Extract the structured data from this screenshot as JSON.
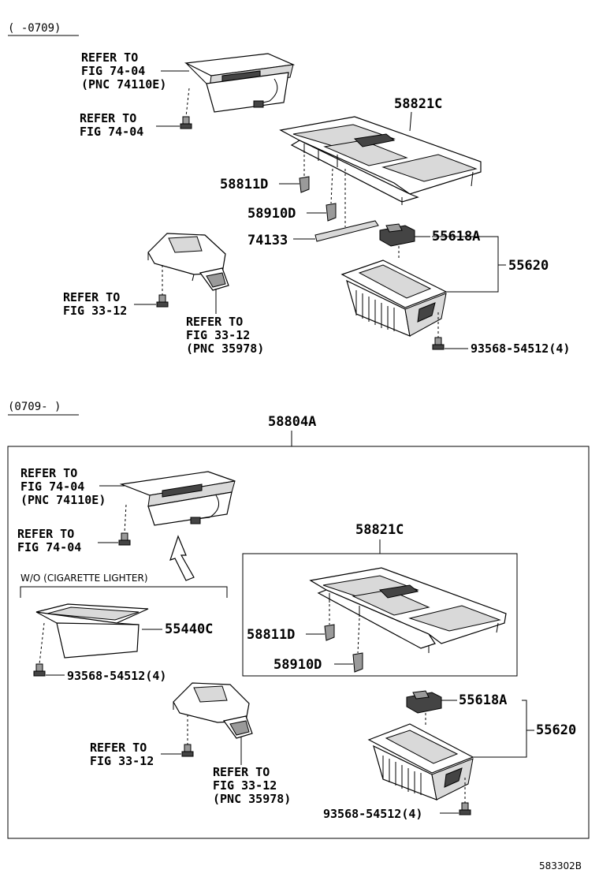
{
  "period_top": "(     -0709)",
  "period_bottom": "(0709-     )",
  "labels": {
    "refer_fig74_line1": "REFER TO",
    "refer_fig74_line2": "FIG 74-04",
    "refer_fig74_pnc": "(PNC 74110E)",
    "refer_fig74b_line1": "REFER TO",
    "refer_fig74b_line2": "FIG 74-04",
    "refer_fig33_line1": "REFER TO",
    "refer_fig33_line2": "FIG 33-12",
    "refer_fig33b_line1": "REFER TO",
    "refer_fig33b_line2": "FIG 33-12",
    "refer_fig33b_pnc": "(PNC 35978)",
    "p58821c": "58821C",
    "p58811d": "58811D",
    "p58910d": "58910D",
    "p74133": "74133",
    "p55618a": "55618A",
    "p55620": "55620",
    "p93568": "93568-54512(4)",
    "p58804a": "58804A",
    "b_refer_fig74_line1": "REFER TO",
    "b_refer_fig74_line2": "FIG 74-04",
    "b_refer_fig74_pnc": "(PNC 74110E)",
    "b_refer_fig74b_line1": "REFER TO",
    "b_refer_fig74b_line2": "FIG 74-04",
    "wo_cig": "W/O (CIGARETTE LIGHTER)",
    "p55440c": "55440C",
    "b_p93568a": "93568-54512(4)",
    "b_p58821c": "58821C",
    "b_p58811d": "58811D",
    "b_p58910d": "58910D",
    "b_refer_fig33_line1": "REFER TO",
    "b_refer_fig33_line2": "FIG 33-12",
    "b_refer_fig33b_line1": "REFER TO",
    "b_refer_fig33b_line2": "FIG 33-12",
    "b_refer_fig33b_pnc": "(PNC 35978)",
    "b_p55618a": "55618A",
    "b_p55620": "55620",
    "b_p93568b": "93568-54512(4)"
  },
  "figure_code": "583302B"
}
